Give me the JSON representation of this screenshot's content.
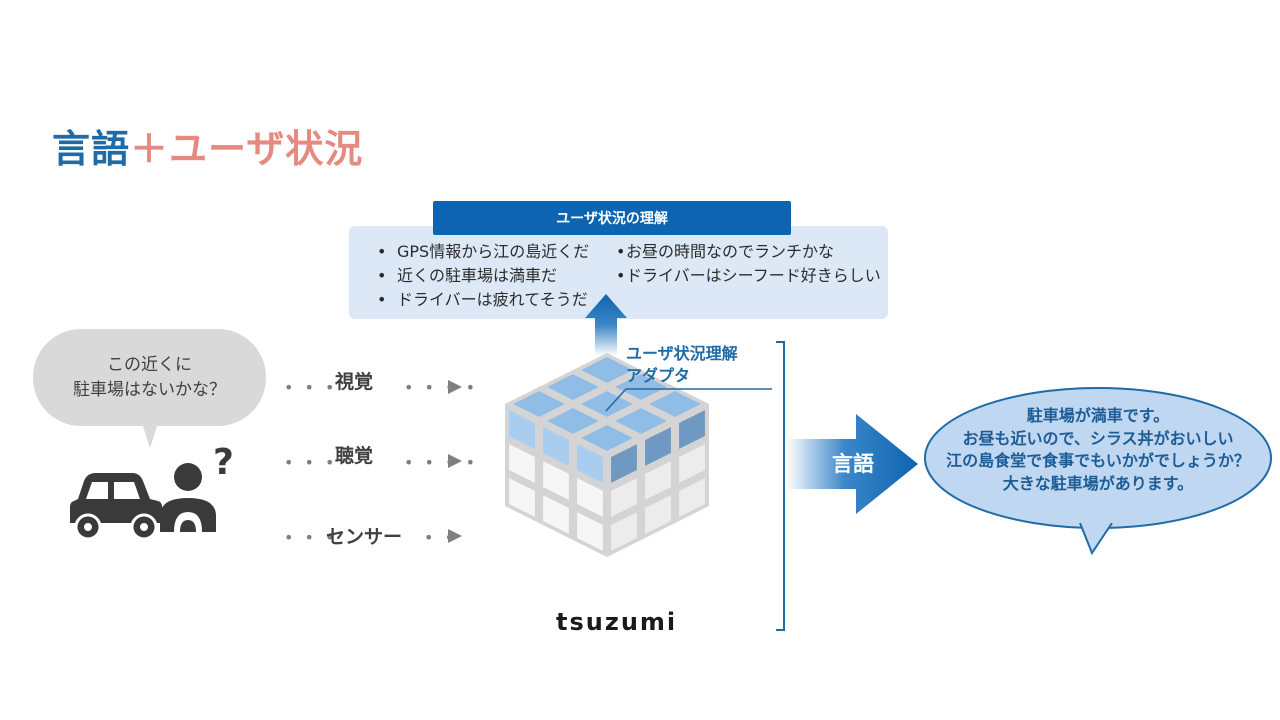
{
  "title": {
    "part1": "言語",
    "plus": "＋",
    "part2": "ユーザ状況"
  },
  "understanding": {
    "header": "ユーザ状況の理解",
    "left_items": [
      "GPS情報から江の島近くだ",
      "近くの駐車場は満車だ",
      "ドライバーは疲れてそうだ"
    ],
    "right_items": [
      "お昼の時間なのでランチかな",
      "ドライバーはシーフード好きらしい"
    ]
  },
  "user_bubble": {
    "line1": "この近くに",
    "line2": "駐車場はないかな？"
  },
  "senses": {
    "vision": "視覚",
    "hearing": "聴覚",
    "sensor": "センサー"
  },
  "adapter": {
    "line1": "ユーザ状況理解",
    "line2": "アダプタ"
  },
  "model_name": "tsuzumi",
  "language_label": "言語",
  "response": {
    "line1": "駐車場が満車です。",
    "line2": "お昼も近いので、シラス丼がおいしい",
    "line3": "江の島食堂で食事でもいかがでしょうか？",
    "line4": "大きな駐車場があります。"
  },
  "icons": {
    "car": "car-icon",
    "person": "person-question-icon",
    "cube": "cube-icon"
  },
  "colors": {
    "primary_blue": "#0d64b0",
    "title_blue": "#1e6ba8",
    "title_pink": "#e58a80",
    "light_blue_bg": "#dde8f6",
    "bubble_right_bg": "#bfd7f0"
  }
}
